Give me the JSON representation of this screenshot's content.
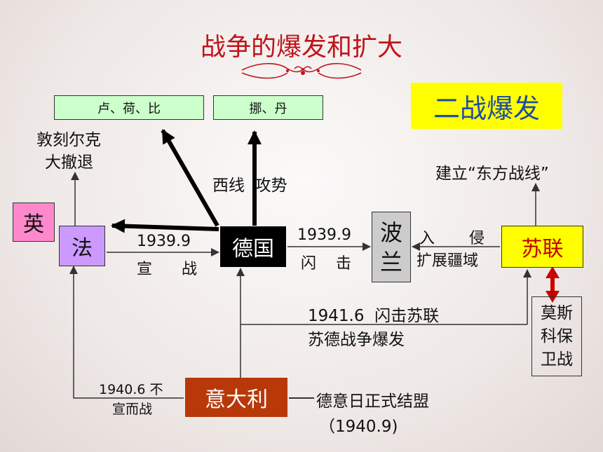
{
  "title": "战争的爆发和扩大",
  "badge": "二战爆发",
  "nodes": {
    "lu_he_bi": "卢、荷、比",
    "nuo_dan": "挪、丹",
    "ying": "英",
    "fa": "法",
    "deguo": "德国",
    "bolan_1": "波",
    "bolan_2": "兰",
    "sulian": "苏联",
    "mosike": [
      "莫斯",
      "科保",
      "卫战"
    ],
    "yidali": "意大利"
  },
  "labels": {
    "dunkirk_1": "敦刻尔克",
    "dunkirk_2": "大撤退",
    "west_front": "西线  攻势",
    "fr_date": "1939.9",
    "fr_war": "宣      战",
    "pl_date": "1939.9",
    "pl_blitz": "闪    击",
    "ru_invade": "入       侵",
    "ru_expand": "扩展疆域",
    "east_front": "建立“东方战线”",
    "su_blitz_1": "1941.6  闪击苏联",
    "su_blitz_2": "苏德战争爆发",
    "it_war_1": "1940.6 不",
    "it_war_2": "宣而战",
    "axis_1": "德意日正式结盟",
    "axis_2": "（1940.9)"
  },
  "colors": {
    "title": "#c0141c",
    "badge_bg": "#ffff00",
    "badge_text": "#1f4fa0",
    "green_box": "#ccffcc",
    "ying_bg": "#ff88cc",
    "fa_bg": "#cc99ff",
    "deguo_bg": "#000000",
    "bolan_bg": "#cccccc",
    "sulian_bg": "#ffff00",
    "sulian_text": "#c00000",
    "yidali_bg": "#b83808",
    "red_arrow": "#c80000"
  }
}
